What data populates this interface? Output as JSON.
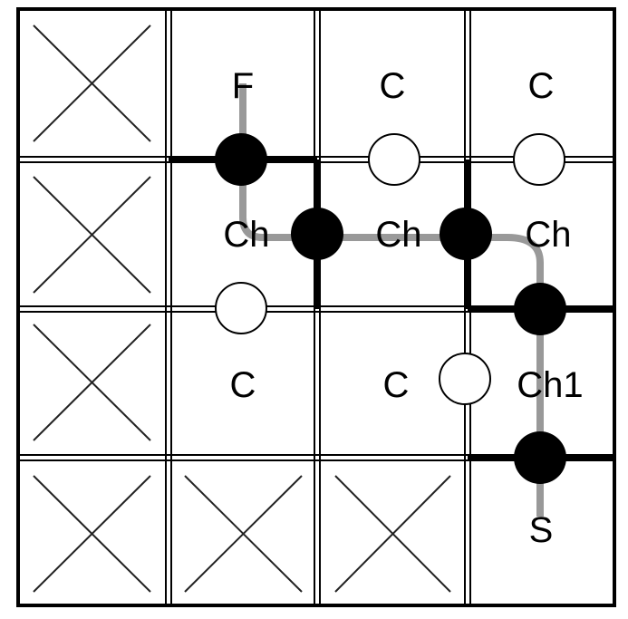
{
  "diagram": {
    "grid": {
      "rows": 4,
      "cols": 4
    },
    "colors": {
      "line": "#000000",
      "path": "#999999",
      "node_filled": "#000000",
      "node_empty": "#ffffff"
    },
    "cells": [
      [
        "blocked",
        "F",
        "C",
        "C"
      ],
      [
        "blocked",
        "Ch",
        "Ch",
        "Ch"
      ],
      [
        "blocked",
        "C",
        "C",
        "Ch1"
      ],
      [
        "blocked",
        "blocked",
        "blocked",
        "S"
      ]
    ],
    "labels": {
      "r0c1": "F",
      "r0c2": "C",
      "r0c3": "C",
      "r1c1": "Ch",
      "r1c2": "Ch",
      "r1c3": "Ch",
      "r2c1": "C",
      "r2c2": "C",
      "r2c3": "Ch1",
      "r3c3": "S"
    },
    "nodes": {
      "filled": [
        "r0c1-r1c1",
        "r1c1-r1c2",
        "r1c2-r1c3",
        "r1c3-r2c3",
        "r2c3-r3c3"
      ],
      "empty": [
        "r0c2-r1c2",
        "r0c3-r1c3",
        "r1c1-r2c1",
        "r2c2-r2c3"
      ]
    },
    "path": [
      "S",
      "Ch1",
      "Ch",
      "Ch",
      "Ch",
      "F"
    ]
  }
}
